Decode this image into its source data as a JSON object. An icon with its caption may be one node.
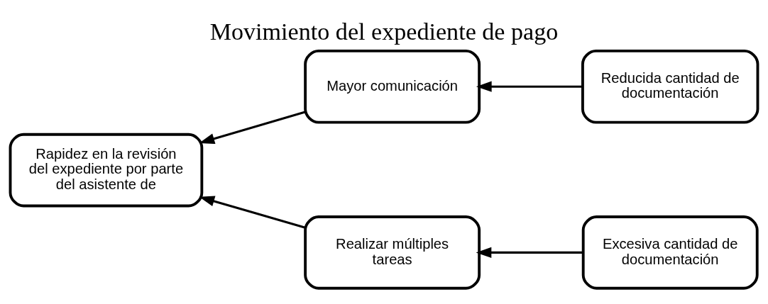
{
  "diagram": {
    "title": "Movimiento del expediente de pago",
    "nodes": [
      {
        "text": [
          "Rapidez en la revisión del expediente por parte del asistente de"
        ]
      },
      {
        "text": [
          "Mayor comunicación"
        ]
      },
      {
        "text": [
          "Reducida cantidad de documentación"
        ]
      },
      {
        "text": [
          "Realizar múltiples tareas"
        ]
      },
      {
        "text": [
          "Excesiva cantidad de documentación"
        ]
      }
    ],
    "edges": [
      {
        "from": 2,
        "to": 1,
        "arrow": "to"
      },
      {
        "from": 1,
        "to": 0,
        "arrow": "to"
      },
      {
        "from": 4,
        "to": 3,
        "arrow": "to"
      },
      {
        "from": 3,
        "to": 0,
        "arrow": "to"
      }
    ]
  }
}
